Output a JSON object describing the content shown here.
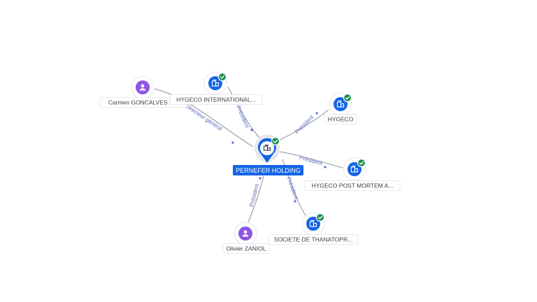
{
  "center": {
    "label": "PERNEFER HOLDING",
    "type": "company",
    "verified": true,
    "icon": "building-icon"
  },
  "nodes": [
    {
      "id": "carmen",
      "label": "Carmen GONCALVES D...",
      "type": "person",
      "verified": false,
      "icon": "person-icon"
    },
    {
      "id": "hygeco-intl",
      "label": "HYGECO INTERNATIONAL...",
      "type": "company",
      "verified": true,
      "icon": "building-icon"
    },
    {
      "id": "hygeco",
      "label": "HYGECO",
      "type": "company",
      "verified": true,
      "icon": "building-icon"
    },
    {
      "id": "hygeco-pm",
      "label": "HYGECO POST MORTEM A...",
      "type": "company",
      "verified": true,
      "icon": "building-icon"
    },
    {
      "id": "societe",
      "label": "SOCIETE DE THANATOPR...",
      "type": "company",
      "verified": true,
      "icon": "building-icon"
    },
    {
      "id": "olivier",
      "label": "Olivier ZANIOL",
      "type": "person",
      "verified": false,
      "icon": "person-icon"
    }
  ],
  "edges": [
    {
      "from": "carmen",
      "label": "Directeur général"
    },
    {
      "from": "hygeco-intl",
      "label": "Président"
    },
    {
      "from": "hygeco",
      "label": "Président"
    },
    {
      "from": "hygeco-pm",
      "label": "Président"
    },
    {
      "from": "societe",
      "label": "Président"
    },
    {
      "from": "olivier",
      "label": "Président"
    }
  ]
}
